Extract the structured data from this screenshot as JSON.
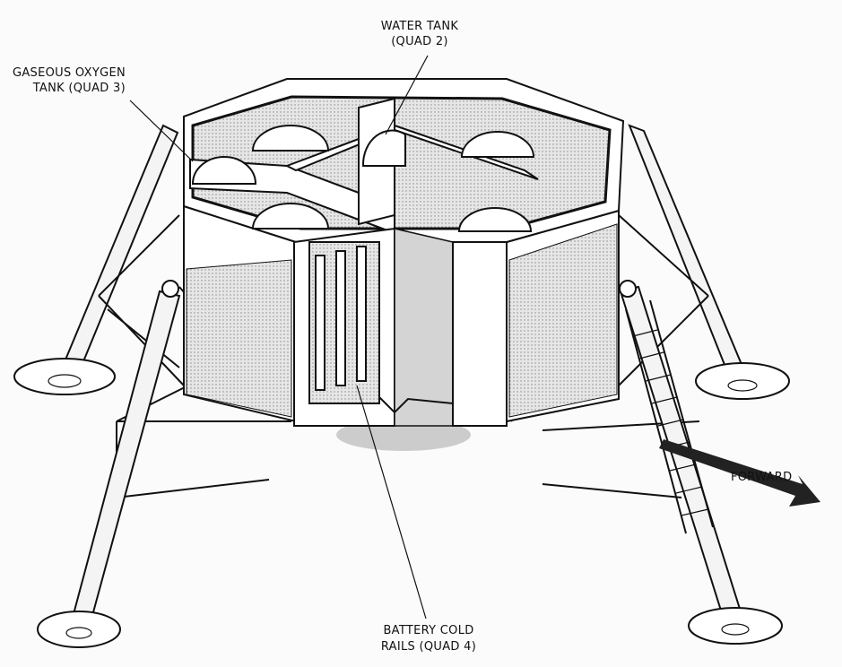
{
  "labels": {
    "water_tank": [
      "WATER TANK",
      "(QUAD 2)"
    ],
    "gox_tank": [
      "GASEOUS OXYGEN",
      "TANK (QUAD 3)"
    ],
    "battery_rails": [
      "BATTERY COLD",
      "RAILS (QUAD 4)"
    ],
    "forward": "FORWARD"
  },
  "colors": {
    "ink": "#111111",
    "shade": "#d4d4d4",
    "paper": "#fbfbfb"
  }
}
